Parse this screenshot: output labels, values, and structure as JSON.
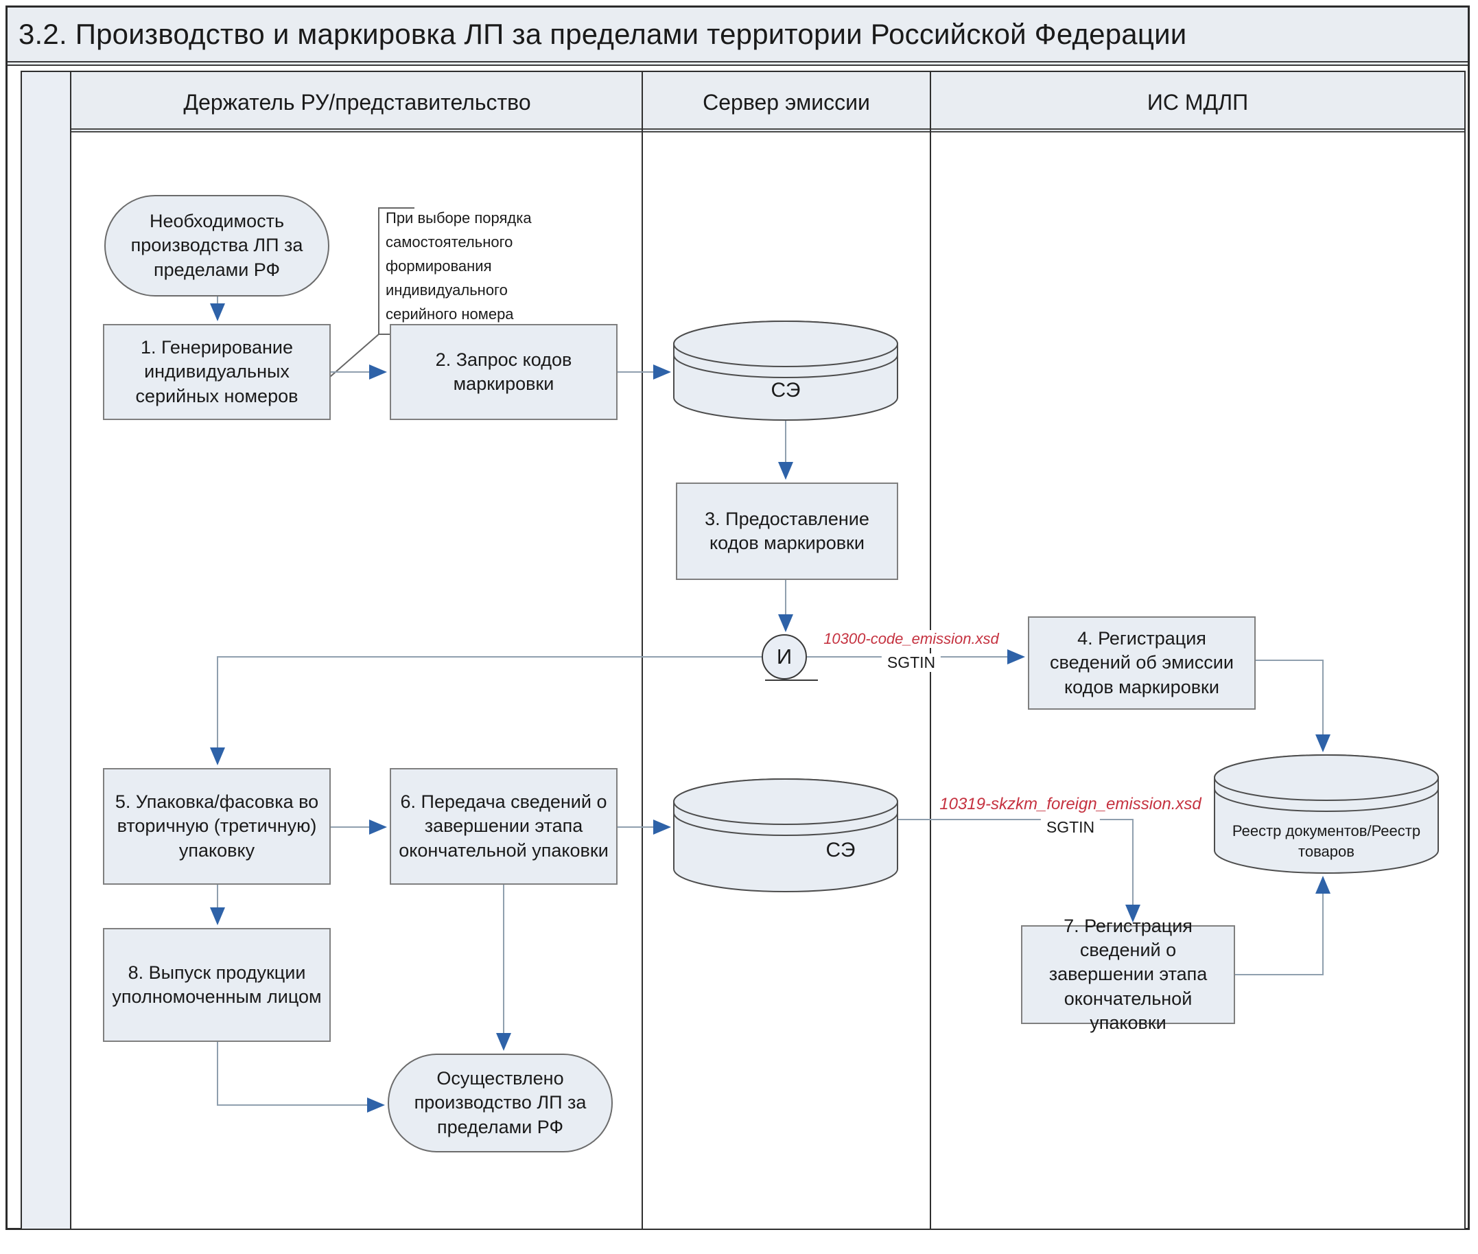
{
  "title": "3.2. Производство и маркировка ЛП за пределами территории Российской Федерации",
  "lanes": [
    {
      "label": "Держатель РУ/представительство"
    },
    {
      "label": "Сервер эмиссии"
    },
    {
      "label": "ИС МДЛП"
    }
  ],
  "nodes": {
    "start": "Необходимость производства ЛП за пределами РФ",
    "annotation": "При выборе порядка самостоятельного формирования индивидуального серийного номера",
    "step1": "1. Генерирование индивидуальных серийных номеров",
    "step2": "2. Запрос кодов маркировки",
    "db_emission_server_1": "СЭ",
    "step3": "3. Предоставление кодов маркировки",
    "gateway_and": "И",
    "step4": "4. Регистрация сведений об эмиссии кодов маркировки",
    "step5": "5. Упаковка/фасовка во вторичную (третичную) упаковку",
    "step6": "6. Передача сведений о завершении этапа окончательной упаковки",
    "db_emission_server_2": "СЭ",
    "db_registry": "Реестр документов/Реестр товаров",
    "step7": "7. Регистрация сведений о завершении этапа окончательной упаковки",
    "step8": "8. Выпуск продукции уполномоченным лицом",
    "end": "Осуществлено производство ЛП за пределами РФ"
  },
  "edge_labels": {
    "code_emission": {
      "file": "10300-code_emission.xsd",
      "tag": "SGTIN"
    },
    "foreign_emission": {
      "file": "10319-skzkm_foreign_emission.xsd",
      "tag": "SGTIN"
    }
  },
  "colors": {
    "node_fill": "#e8edf3",
    "band_fill": "#e9edf2",
    "node_border": "#7f7f7f",
    "connector": "#8f9fae",
    "arrowhead": "#2e62a8",
    "file_label_red": "#c53240"
  }
}
